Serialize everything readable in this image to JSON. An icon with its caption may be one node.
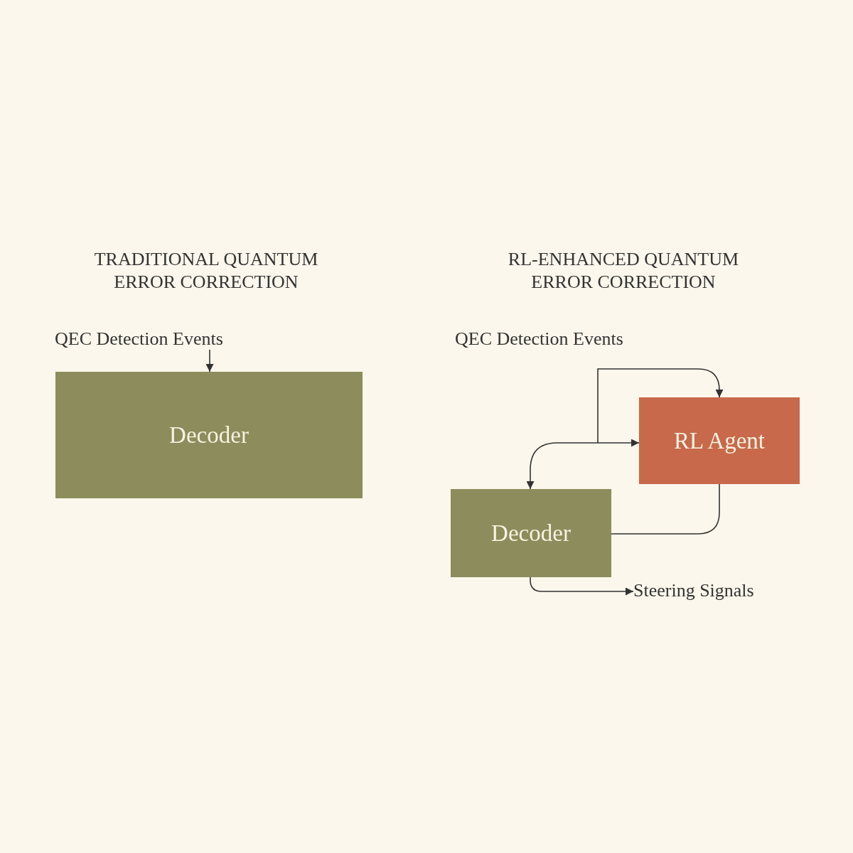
{
  "diagram": {
    "nodes": [
      {
        "text": [
          "QEC Detection Events"
        ]
      },
      {
        "text": [
          "Decoder"
        ]
      },
      {
        "text": [
          "RL Agent"
        ]
      },
      {
        "text": [
          "Decoder"
        ]
      },
      {
        "text": [
          "Steering Signals"
        ]
      }
    ],
    "edges": [
      {
        "from": 0,
        "to": 1,
        "arrow": "to"
      },
      {
        "from": 3,
        "to": 2,
        "arrow": "both"
      },
      {
        "from": null,
        "to": 2,
        "arrow": "to"
      },
      {
        "from": 3,
        "to": 2,
        "arrow": "none"
      },
      {
        "from": 3,
        "to": 4,
        "arrow": "to"
      }
    ],
    "labels": [
      "TRADITIONAL QUANTUM ERROR CORRECTION",
      "RL-ENHANCED QUANTUM ERROR CORRECTION",
      "QEC Detection Events"
    ]
  }
}
